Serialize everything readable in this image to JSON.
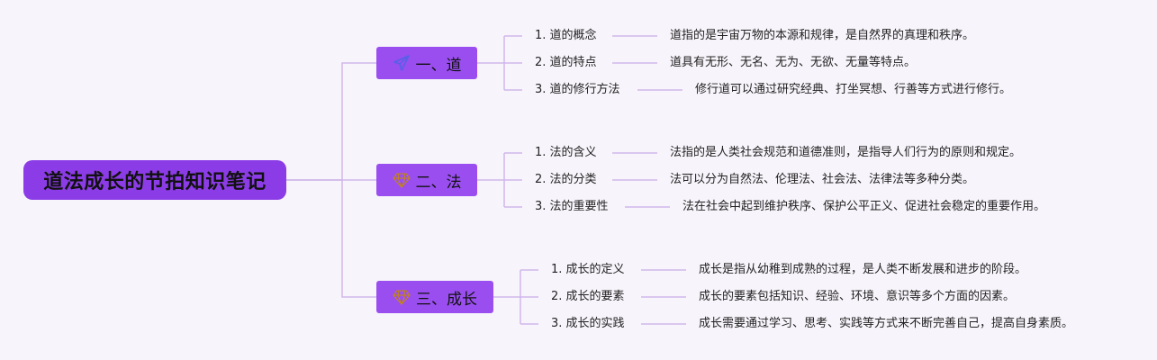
{
  "colors": {
    "background": "#f8f4fb",
    "root_fill": "#8c3ce6",
    "branch_fill": "#9a4ef0",
    "connector": "#cfb6ea",
    "paper_plane_icon": "#5b5ee8",
    "gem_icon": "#f5c518"
  },
  "root": {
    "title": "道法成长的节拍知识笔记"
  },
  "branches": [
    {
      "label": "一、道",
      "icon": "paper-plane-icon",
      "items": [
        {
          "label": "1. 道的概念",
          "desc": "道指的是宇宙万物的本源和规律，是自然界的真理和秩序。"
        },
        {
          "label": "2. 道的特点",
          "desc": "道具有无形、无名、无为、无欲、无量等特点。"
        },
        {
          "label": "3. 道的修行方法",
          "desc": "修行道可以通过研究经典、打坐冥想、行善等方式进行修行。"
        }
      ]
    },
    {
      "label": "二、法",
      "icon": "gem-icon",
      "items": [
        {
          "label": "1. 法的含义",
          "desc": "法指的是人类社会规范和道德准则，是指导人们行为的原则和规定。"
        },
        {
          "label": "2. 法的分类",
          "desc": "法可以分为自然法、伦理法、社会法、法律法等多种分类。"
        },
        {
          "label": "3. 法的重要性",
          "desc": "法在社会中起到维护秩序、保护公平正义、促进社会稳定的重要作用。"
        }
      ]
    },
    {
      "label": "三、成长",
      "icon": "gem-icon",
      "items": [
        {
          "label": "1. 成长的定义",
          "desc": "成长是指从幼稚到成熟的过程，是人类不断发展和进步的阶段。"
        },
        {
          "label": "2. 成长的要素",
          "desc": "成长的要素包括知识、经验、环境、意识等多个方面的因素。"
        },
        {
          "label": "3. 成长的实践",
          "desc": "成长需要通过学习、思考、实践等方式来不断完善自己，提高自身素质。"
        }
      ]
    }
  ]
}
